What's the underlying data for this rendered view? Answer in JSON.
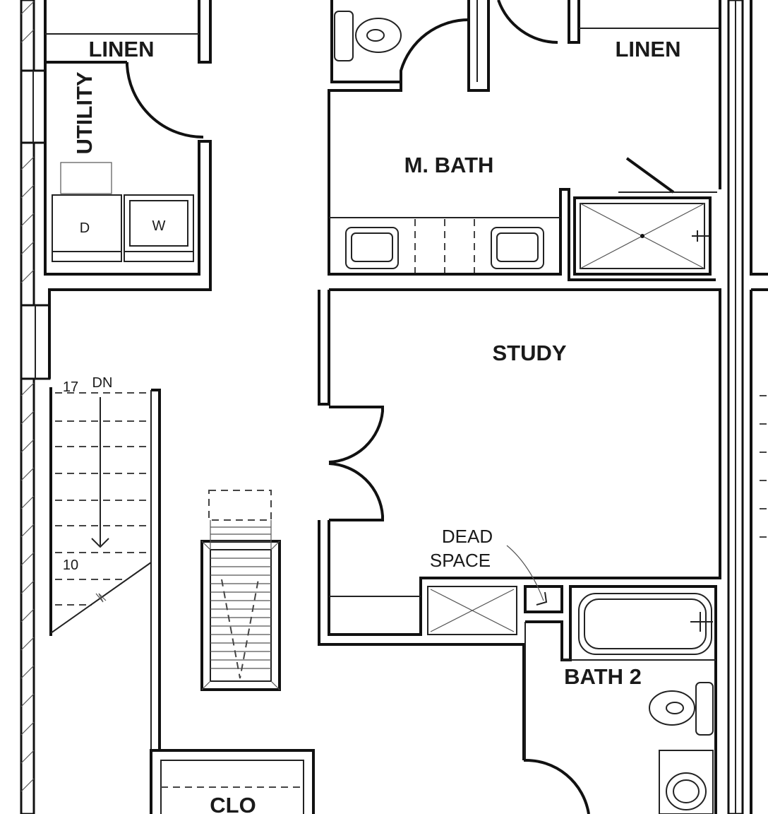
{
  "rooms": {
    "linen_left": "LINEN",
    "utility": "UTILITY",
    "linen_right": "LINEN",
    "master_bath": "M. BATH",
    "study": "STUDY",
    "bath2": "BATH 2",
    "closet": "CLO"
  },
  "appliances": {
    "dryer": "D",
    "washer": "W"
  },
  "stairs": {
    "direction": "DN",
    "top_riser": "17",
    "mid_riser": "10"
  },
  "annotations": {
    "dead_space_line1": "DEAD",
    "dead_space_line2": "SPACE"
  },
  "colors": {
    "ink": "#111111",
    "paper": "#ffffff"
  }
}
